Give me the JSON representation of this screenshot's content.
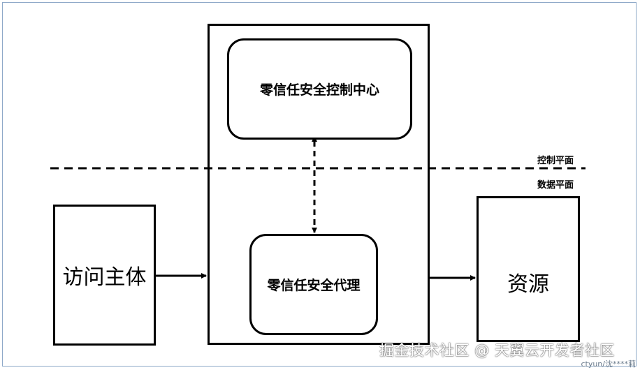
{
  "diagram": {
    "labels": {
      "control_center": "零信任安全控制中心",
      "proxy": "零信任安全代理",
      "subject": "访问主体",
      "resource": "资源",
      "control_plane": "控制平面",
      "data_plane": "数据平面"
    },
    "watermark": "掘金技术社区 @ 天翼云开发者社区",
    "user_tag": "ctyun/沈****莉",
    "colors": {
      "stroke": "#000000",
      "frame": "#8ea9c8",
      "background": "#ffffff"
    }
  }
}
